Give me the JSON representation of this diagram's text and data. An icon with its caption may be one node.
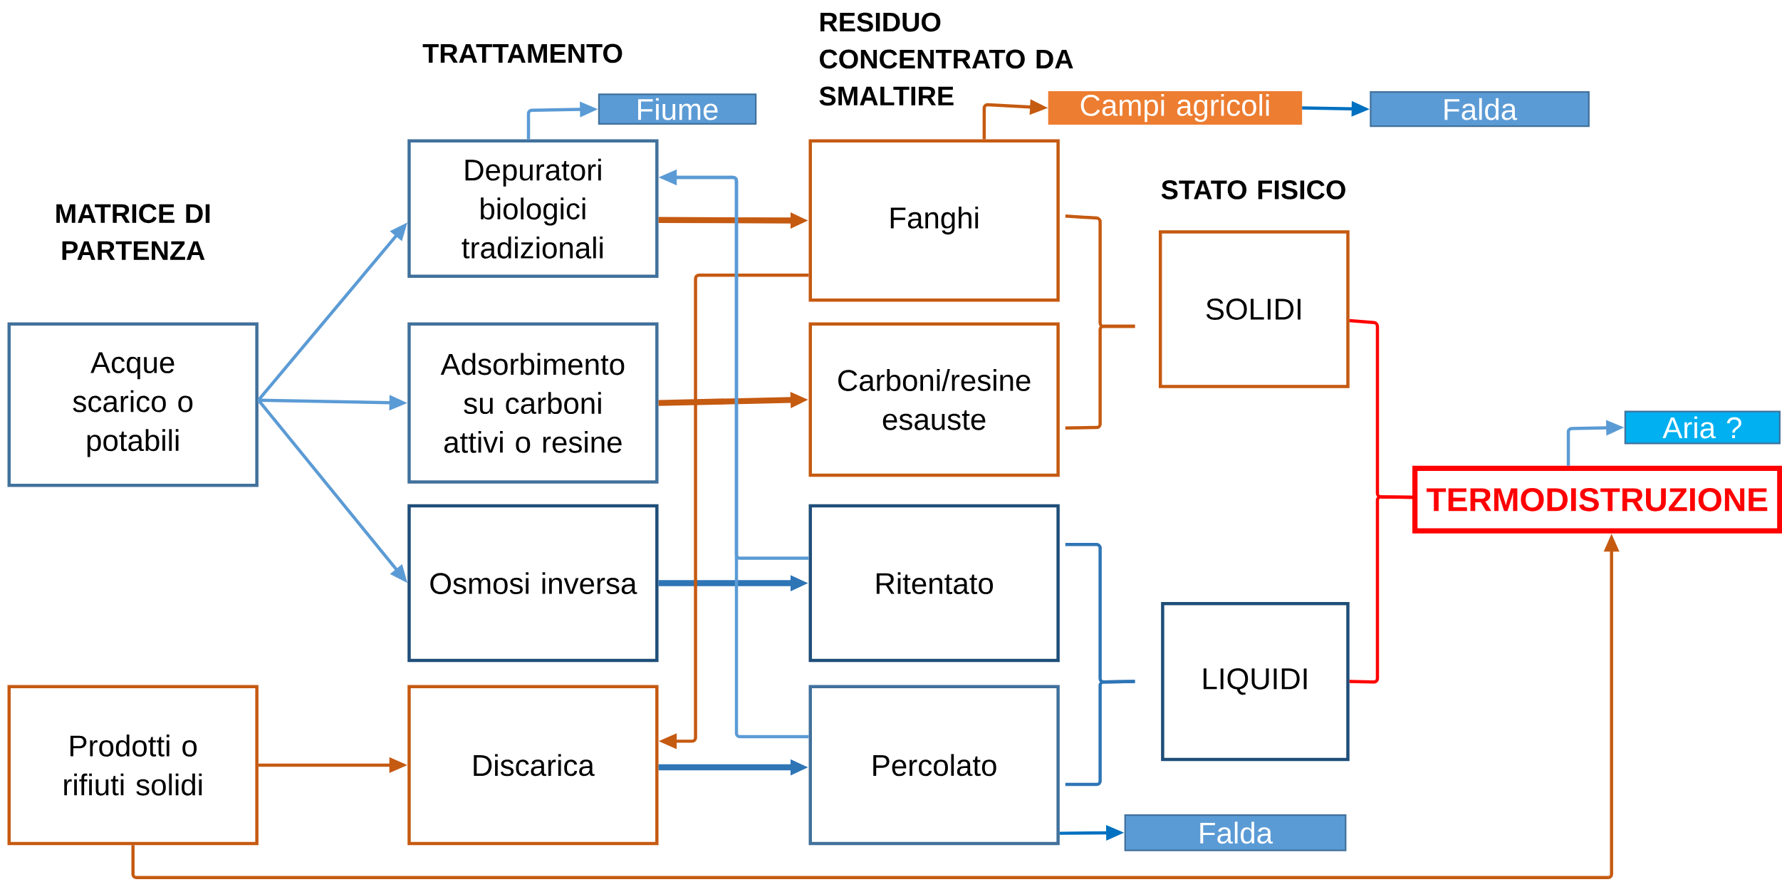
{
  "diagram": {
    "nodes": [
      {
        "text": [
          "Acque scarico o potabili"
        ]
      },
      {
        "text": [
          "Prodotti o rifiuti solidi"
        ]
      },
      {
        "text": [
          "Depuratori biologici tradizionali"
        ]
      },
      {
        "text": [
          "Adsorbimento su carboni attivi o resine"
        ]
      },
      {
        "text": [
          "Osmosi inversa"
        ]
      },
      {
        "text": [
          "Discarica"
        ]
      },
      {
        "text": [
          "Fiume"
        ]
      },
      {
        "text": [
          "Fanghi"
        ]
      },
      {
        "text": [
          "Carboni/resine esauste"
        ]
      },
      {
        "text": [
          "Ritentato"
        ]
      },
      {
        "text": [
          "Percolato"
        ]
      },
      {
        "text": [
          "Campi agricoli"
        ]
      },
      {
        "text": [
          "Falda"
        ]
      },
      {
        "text": [
          "SOLIDI"
        ]
      },
      {
        "text": [
          "LIQUIDI"
        ]
      },
      {
        "text": [
          "TERMODISTRUZIONE"
        ]
      },
      {
        "text": [
          "Aria ?"
        ]
      },
      {
        "text": [
          "Falda"
        ]
      }
    ],
    "edges": [
      {
        "from": 0,
        "to": 2,
        "arrow": "to",
        "color": "#5b9bd5"
      },
      {
        "from": 0,
        "to": 3,
        "arrow": "to",
        "color": "#5b9bd5"
      },
      {
        "from": 0,
        "to": 4,
        "arrow": "to",
        "color": "#5b9bd5"
      },
      {
        "from": 1,
        "to": 5,
        "arrow": "to"
      },
      {
        "from": 1,
        "to": 15,
        "arrow": "to"
      },
      {
        "from": 2,
        "to": 6,
        "arrow": "to",
        "color": "#5b9bd5"
      },
      {
        "from": 2,
        "to": 7,
        "arrow": "to",
        "style": "thick"
      },
      {
        "from": 3,
        "to": 8,
        "arrow": "to",
        "style": "thick"
      },
      {
        "from": 4,
        "to": 9,
        "arrow": "to",
        "style": "thick",
        "color": "#2e75b6"
      },
      {
        "from": 5,
        "to": 10,
        "arrow": "to",
        "style": "thick",
        "color": "#2e75b6"
      },
      {
        "from": 7,
        "to": 5,
        "arrow": "to"
      },
      {
        "from": 9,
        "to": 2,
        "arrow": "to",
        "color": "#5b9bd5"
      },
      {
        "from": 10,
        "to": 2,
        "arrow": "to",
        "color": "#5b9bd5"
      },
      {
        "from": 7,
        "to": 11,
        "arrow": "to"
      },
      {
        "from": 11,
        "to": 12,
        "arrow": "to",
        "color": "#0070c0"
      },
      {
        "from": 10,
        "to": 17,
        "arrow": "to",
        "color": "#0070c0"
      },
      {
        "from": 7,
        "to": 13,
        "arrow": "none"
      },
      {
        "from": 8,
        "to": 13,
        "arrow": "none"
      },
      {
        "from": 9,
        "to": 14,
        "arrow": "none",
        "color": "#2e75b6"
      },
      {
        "from": 10,
        "to": 14,
        "arrow": "none",
        "color": "#2e75b6"
      },
      {
        "from": 13,
        "to": 15,
        "arrow": "none",
        "color": "#ff0000"
      },
      {
        "from": 14,
        "to": 15,
        "arrow": "none",
        "color": "#ff0000"
      },
      {
        "from": 15,
        "to": 16,
        "arrow": "to",
        "color": "#5b9bd5"
      }
    ],
    "labels": [
      "MATRICE DI PARTENZA",
      "TRATTAMENTO",
      "RESIDUO CONCENTRATO DA SMALTIRE",
      "STATO FISICO"
    ]
  }
}
